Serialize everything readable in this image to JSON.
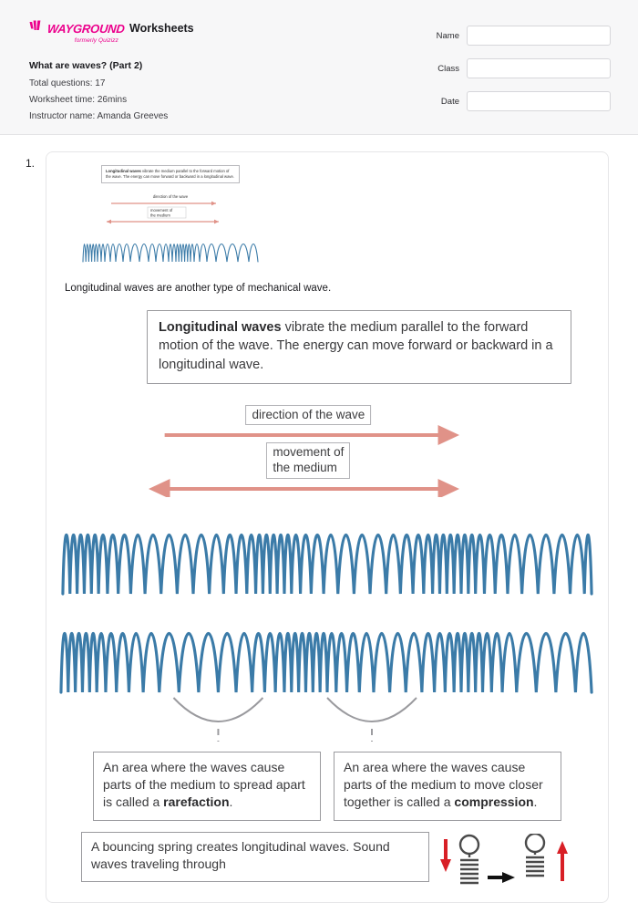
{
  "header": {
    "logo": {
      "word": "WAYGROUND",
      "sub": "formerly Quizizz",
      "mark_icon": "wayground-bars-icon",
      "color": "#ec008c"
    },
    "product_label": "Worksheets",
    "meta": {
      "title": "What are waves? (Part 2)",
      "total_questions": "Total questions: 17",
      "worksheet_time": "Worksheet time: 26mins",
      "instructor": "Instructor name: Amanda Greeves"
    },
    "fields": [
      {
        "label": "Name",
        "value": "",
        "placeholder": ""
      },
      {
        "label": "Class",
        "value": "",
        "placeholder": ""
      },
      {
        "label": "Date",
        "value": "",
        "placeholder": ""
      }
    ]
  },
  "question": {
    "number": "1.",
    "prompt": "Longitudinal waves are another type of mechanical wave.",
    "definition": {
      "bold_lead": "Longitudinal waves",
      "rest": " vibrate the medium parallel to the forward motion of the wave. The energy can move forward or backward in a longitudinal wave."
    },
    "arrows": {
      "wave_direction_label": "direction of the wave",
      "medium_movement_label_line1": "movement of",
      "medium_movement_label_line2": "the medium",
      "color": "#e09288"
    },
    "waves": {
      "color": "#3b7ba8",
      "rows": 2
    },
    "callouts": [
      {
        "text_before": "An area where the waves cause parts of the medium to spread apart is called a ",
        "bold_term": "rarefaction",
        "text_after": "."
      },
      {
        "text_before": "An area where the waves cause parts of the medium to move closer together is called a ",
        "bold_term": "compression",
        "text_after": "."
      }
    ],
    "bottom_note": "A bouncing spring creates longitudinal waves. Sound waves traveling through",
    "spring_art": {
      "left_arrow_icon": "arrow-down-red-icon",
      "middle_arrow_icon": "arrow-right-black-icon",
      "right_arrow_icon": "arrow-up-red-icon",
      "arrow_color": "#d81f26"
    }
  }
}
